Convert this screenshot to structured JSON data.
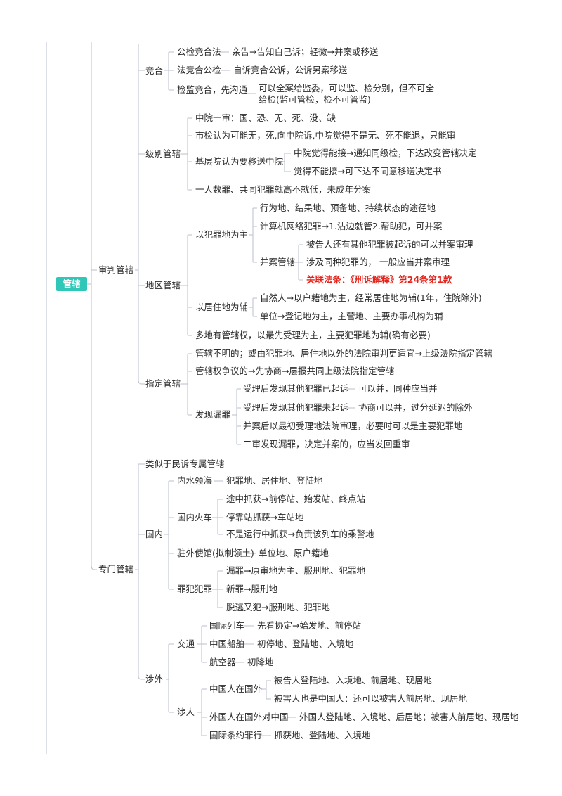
{
  "root": "管辖",
  "colors": {
    "accent": "#2fc8b8",
    "line": "#b8c2cc",
    "highlight": "#e5231b"
  },
  "n": {
    "shenpan": "审判管辖",
    "jinghe": "竞合",
    "gj": "公检竞合法",
    "gj1": "亲告→告知自己诉；轻微→并案或移送",
    "fg": "法竞合公检",
    "fg1": "自诉竞合公诉，公诉另案移送",
    "jj": "检监竞合，先沟通",
    "jj1": "可以全案给监委，可以监、检分别，但不可全给检(监可管检，检不可管监)",
    "jibie": "级别管辖",
    "jb1": "中院一审：国、恐、无、死、没、缺",
    "jb2": "市检认为可能无，死,向中院诉,中院觉得不是无、死不能退，只能审",
    "jb3": "基层院认为要移送中院",
    "jb3a": "中院觉得能接→通知同级检，下达改变管辖决定",
    "jb3b": "觉得不能接→可下达不同意移送决定书",
    "jb4": "一人数罪、共同犯罪就高不就低，未成年分案",
    "diqu": "地区管辖",
    "dq1": "以犯罪地为主",
    "dq1a": "行为地、结果地、预备地、持续状态的途径地",
    "dq1b": "计算机网络犯罪→1.沾边就管2.帮助犯，可并案",
    "dq1c": "并案管辖",
    "dq1c1": "被告人还有其他犯罪被起诉的可以并案审理",
    "dq1c2": "涉及同种犯罪的， 一般应当并案审理",
    "dq1c3": "关联法条：《刑诉解释》第24条第1款",
    "dq2": "以居住地为辅",
    "dq2a": "自然人→以户籍地为主，经常居住地为辅(1年，住院除外)",
    "dq2b": "单位→登记地为主，主营地、主要办事机构为辅",
    "dq3": "多地有管辖权，以最先受理为主，主要犯罪地为辅(确有必要)",
    "zhiding": "指定管辖",
    "zd1": "管辖不明的；或由犯罪地、居住地以外的法院审判更适宜→上级法院指定管辖",
    "zd2": "管辖权争议的→先协商→层报共同上级法院指定管辖",
    "zd3": "发现漏罪",
    "zd3a": "受理后发现其他犯罪已起诉",
    "zd3a1": "可以并，同种应当并",
    "zd3b": "受理后发现其他犯罪未起诉",
    "zd3b1": "协商可以并，过分延迟的除外",
    "zd3c": "并案后以最初受理地法院审理，必要时可以是主要犯罪地",
    "zd3d": "二审发现漏罪，决定并案的，应当发回重审",
    "zhuanmen": "专门管辖",
    "zm0": "类似于民诉专属管辖",
    "guonei": "国内",
    "gn1": "内水领海",
    "gn1a": "犯罪地、居住地、登陆地",
    "gn2": "国内火车",
    "gn2a": "途中抓获→前停站、始发站、终点站",
    "gn2b": "停靠站抓获→车站地",
    "gn2c": "不是运行中抓获→负责该列车的乘警地",
    "gn3": "驻外使馆(拟制领土)",
    "gn3a": "单位地、原户籍地",
    "gn4": "罪犯犯罪",
    "gn4a": "漏罪→原审地为主、服刑地、犯罪地",
    "gn4b": "新罪→服刑地",
    "gn4c": "脱逃又犯→服刑地、犯罪地",
    "shewai": "涉外",
    "jiaotong": "交通",
    "jt1": "国际列车",
    "jt1a": "先看协定→始发地、前停站",
    "jt2": "中国船舶",
    "jt2a": "初停地、登陆地、入境地",
    "jt3": "航空器",
    "jt3a": "初降地",
    "sheren": "涉人",
    "sr1": "中国人在国外",
    "sr1a": "被告人登陆地、入境地、前居地、现居地",
    "sr1b": "被害人也是中国人：还可以被害人前居地、现居地",
    "sr2": "外国人在国外对中国",
    "sr2a": "外国人登陆地、入境地、后居地；被害人前居地、现居地",
    "sr3": "国际条约罪行",
    "sr3a": "抓获地、登陆地、入境地"
  }
}
